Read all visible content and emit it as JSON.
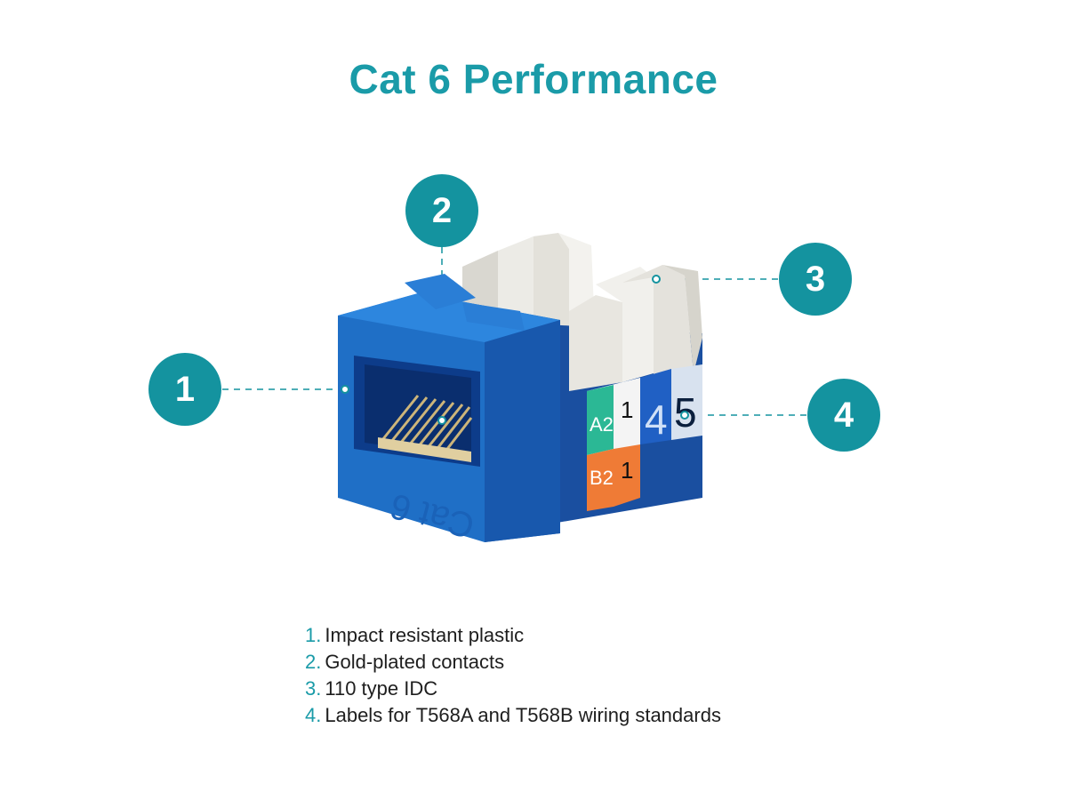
{
  "title": "Cat 6 Performance",
  "colors": {
    "accent": "#14939f",
    "jack_blue": "#1f6fc6",
    "idc_white": "#ecebe6",
    "label_green": "#2bb895",
    "label_orange": "#ef7b36",
    "contact_gold": "#cdb57a"
  },
  "jack": {
    "face_text": "Cat 6",
    "labels": {
      "a_code": "A2",
      "a_num": "1",
      "b_code": "B2",
      "b_num": "1",
      "pin_left": "4",
      "pin_right": "5"
    }
  },
  "callouts": [
    {
      "number": "1"
    },
    {
      "number": "2"
    },
    {
      "number": "3"
    },
    {
      "number": "4"
    }
  ],
  "legend": [
    {
      "num": "1.",
      "text": "Impact resistant plastic"
    },
    {
      "num": "2.",
      "text": "Gold-plated contacts"
    },
    {
      "num": "3.",
      "text": "110 type IDC"
    },
    {
      "num": "4.",
      "text": "Labels for T568A and T568B wiring standards"
    }
  ]
}
